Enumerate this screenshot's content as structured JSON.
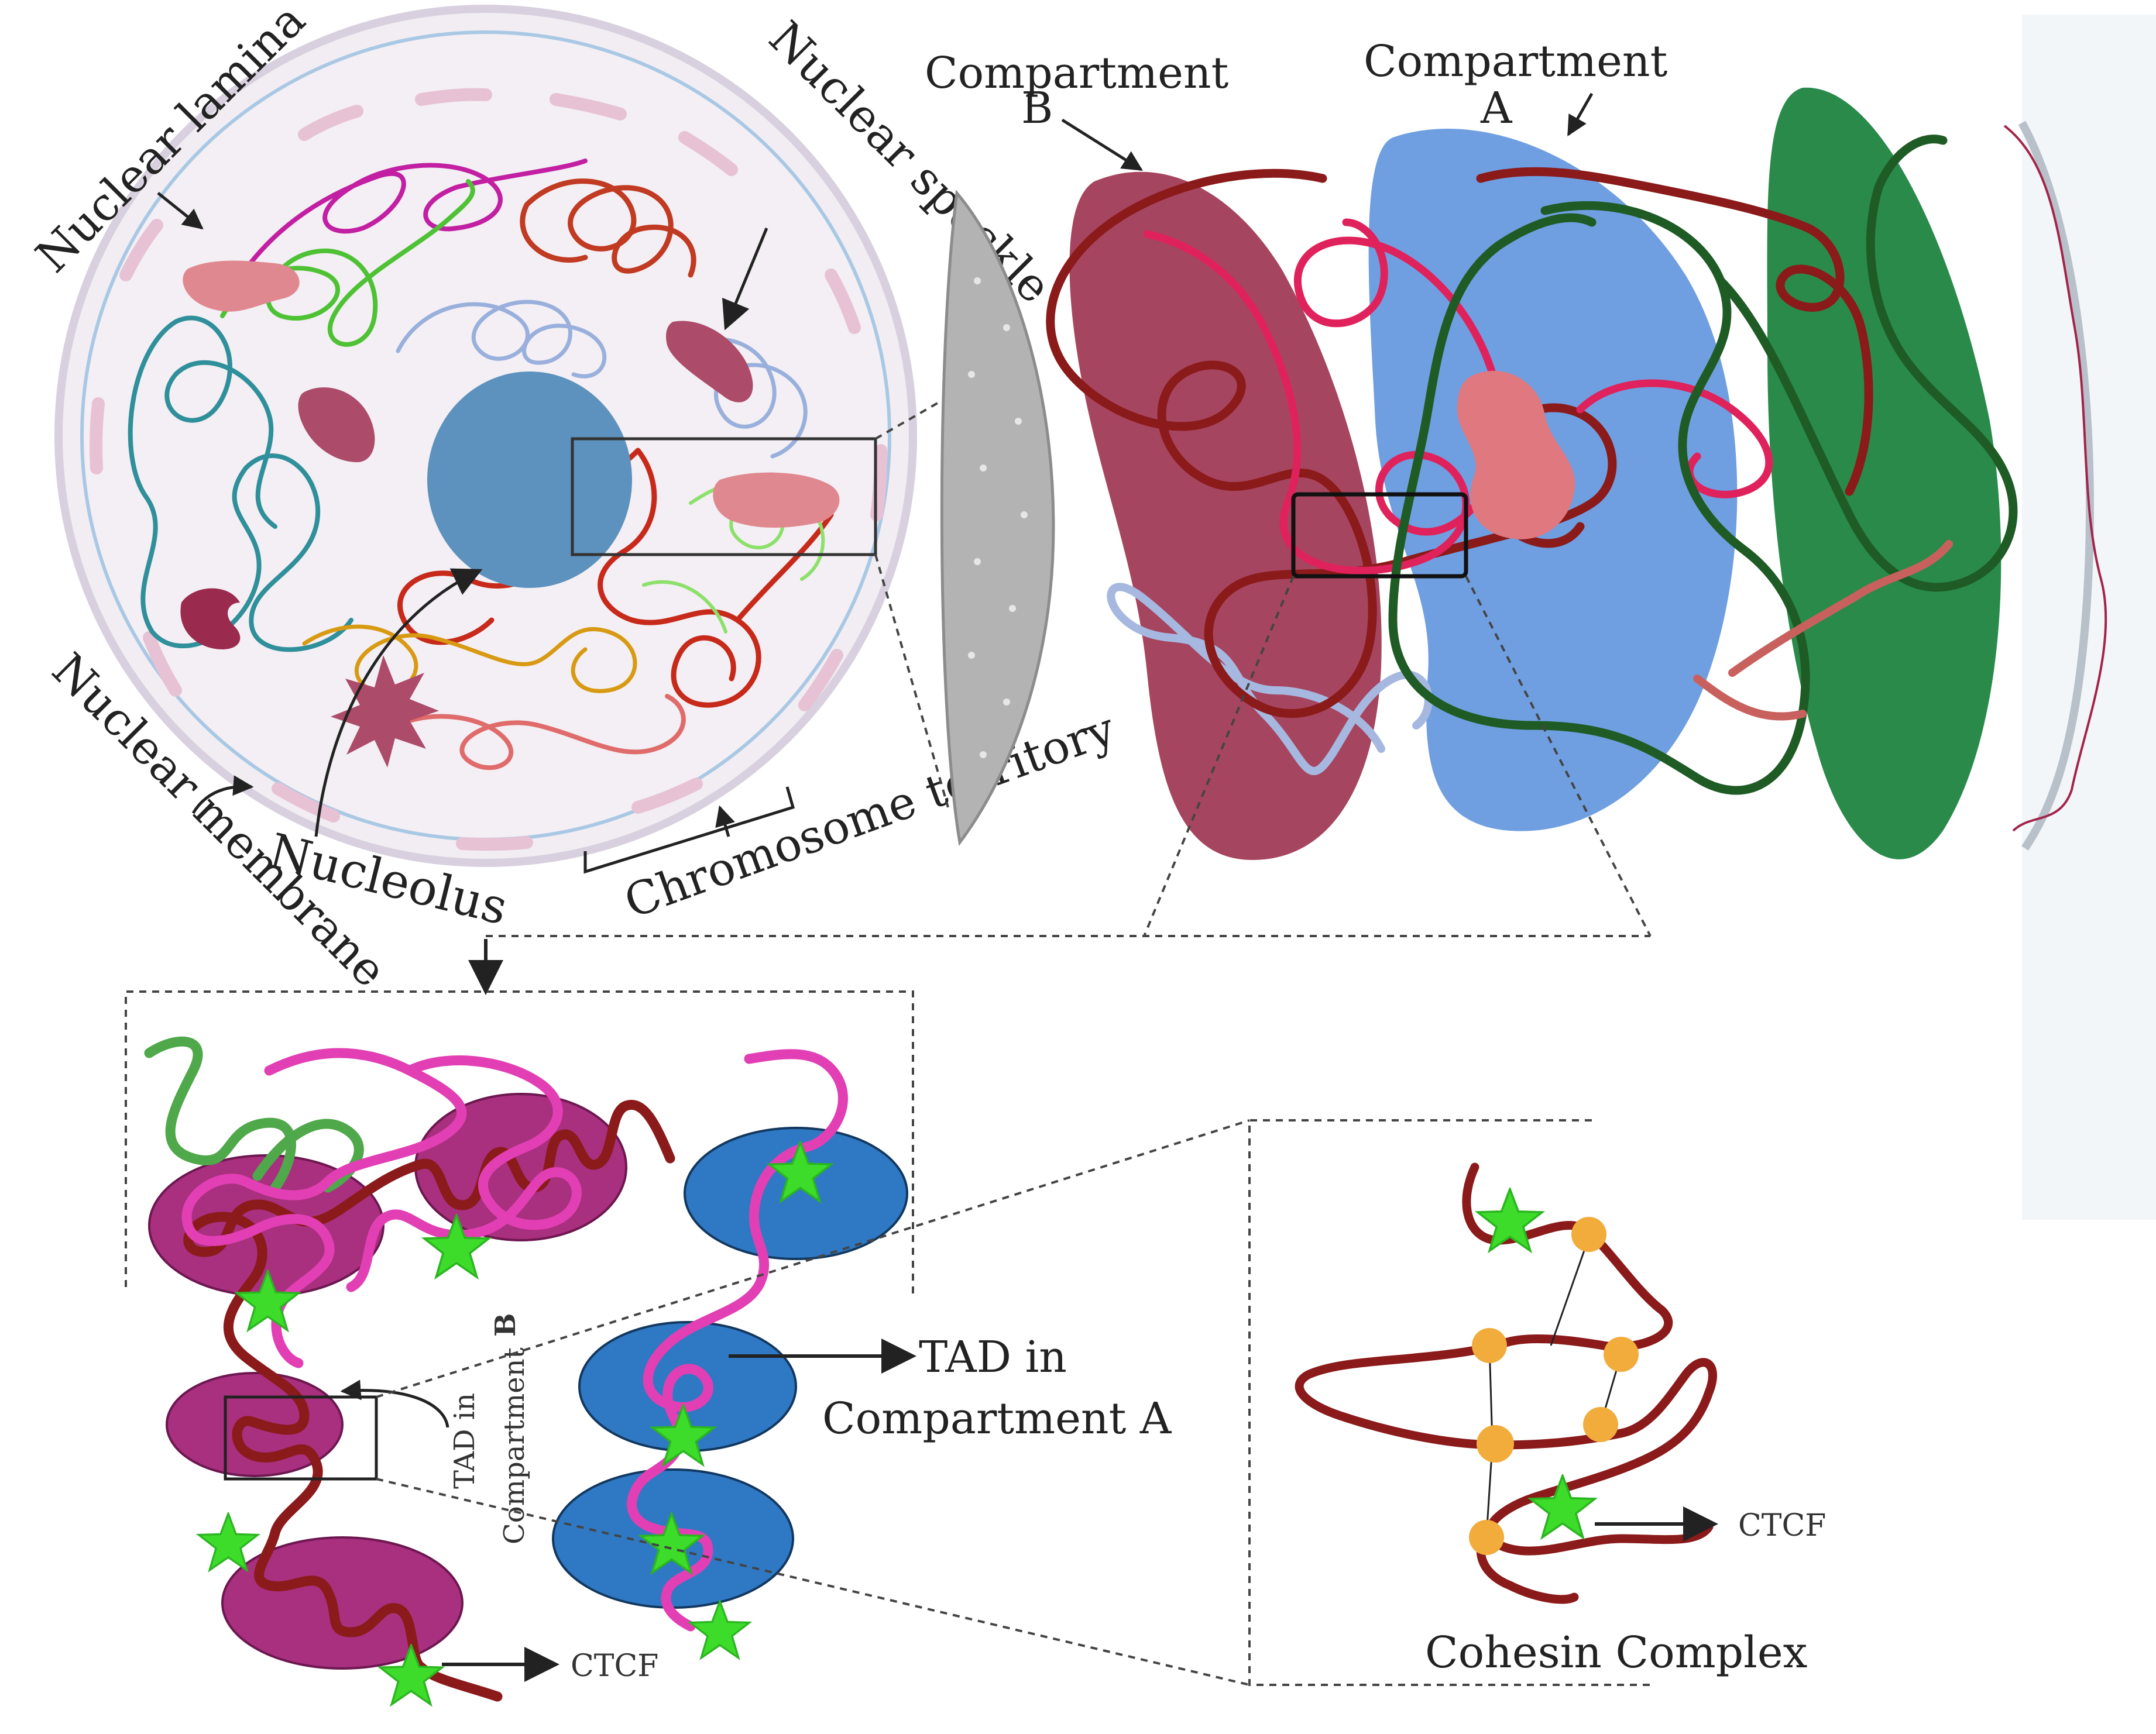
{
  "nucleus": {
    "nuclear_lamina": "Nuclear lamina",
    "nuclear_speckle": "Nuclear speckle",
    "nuclear_membrane": "Nuclear membrane",
    "nucleolus": "Nucleolus",
    "chromosome_territory": "Chromosome territory"
  },
  "compartments": {
    "compartment_b_word": "Compartment",
    "compartment_b_letter": "B",
    "compartment_a_word": "Compartment",
    "compartment_a_letter": "A"
  },
  "tad_panel": {
    "tad_in_a_line1": "TAD in",
    "tad_in_a_line2": "Compartment A",
    "tad_in_b_line1": "TAD in",
    "tad_in_b_line2": "Compartment",
    "tad_in_b_line3": "B",
    "ctcf": "CTCF"
  },
  "cohesin_panel": {
    "ctcf": "CTCF",
    "title": "Cohesin Complex"
  },
  "colors": {
    "compartment_a": "#6f9fe0",
    "compartment_b": "#a6455f",
    "green_region": "#2a8a4a",
    "tad_b": "#a8307e",
    "tad_a": "#2f78c4",
    "ctcf_star": "#3ddc2a",
    "cohesin": "#f2ac3c",
    "chromatin": "#8b1a1a"
  }
}
